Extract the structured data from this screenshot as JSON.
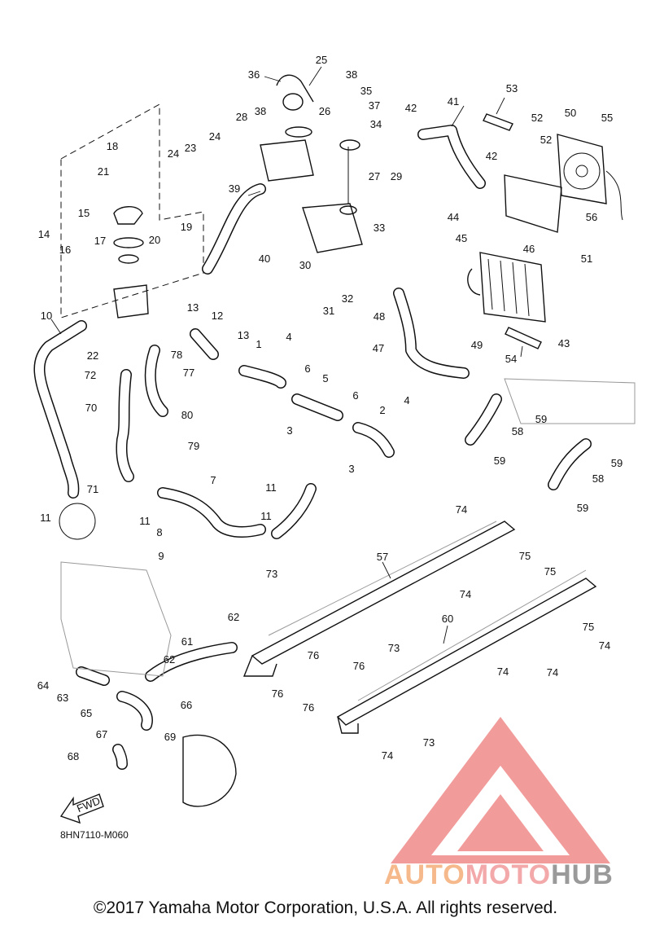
{
  "diagram": {
    "part_code": "8HN7110-M060",
    "copyright": "©2017 Yamaha Motor Corporation, U.S.A. All rights reserved.",
    "fwd_label": "FWD",
    "watermark": {
      "word_auto": "AUTO",
      "word_moto": "MOTO",
      "word_hub": "HUB",
      "color_red": "#f08a8a",
      "color_orange": "#f6b98c",
      "color_gray": "#9a9a9a"
    },
    "callouts": [
      "1",
      "2",
      "3",
      "3",
      "4",
      "4",
      "5",
      "6",
      "6",
      "7",
      "8",
      "9",
      "10",
      "11",
      "11",
      "11",
      "11",
      "12",
      "13",
      "13",
      "14",
      "15",
      "16",
      "17",
      "18",
      "19",
      "20",
      "21",
      "22",
      "23",
      "24",
      "24",
      "25",
      "26",
      "27",
      "28",
      "29",
      "30",
      "31",
      "32",
      "33",
      "34",
      "35",
      "36",
      "37",
      "38",
      "38",
      "39",
      "40",
      "41",
      "42",
      "42",
      "43",
      "44",
      "45",
      "46",
      "47",
      "48",
      "49",
      "50",
      "51",
      "52",
      "52",
      "53",
      "54",
      "55",
      "56",
      "57",
      "58",
      "58",
      "59",
      "59",
      "59",
      "59",
      "60",
      "61",
      "62",
      "62",
      "63",
      "64",
      "65",
      "66",
      "67",
      "68",
      "69",
      "70",
      "71",
      "72",
      "73",
      "73",
      "73",
      "74",
      "74",
      "74",
      "74",
      "74",
      "74",
      "75",
      "75",
      "75",
      "76",
      "76",
      "76",
      "76",
      "77",
      "78",
      "79",
      "80"
    ]
  }
}
